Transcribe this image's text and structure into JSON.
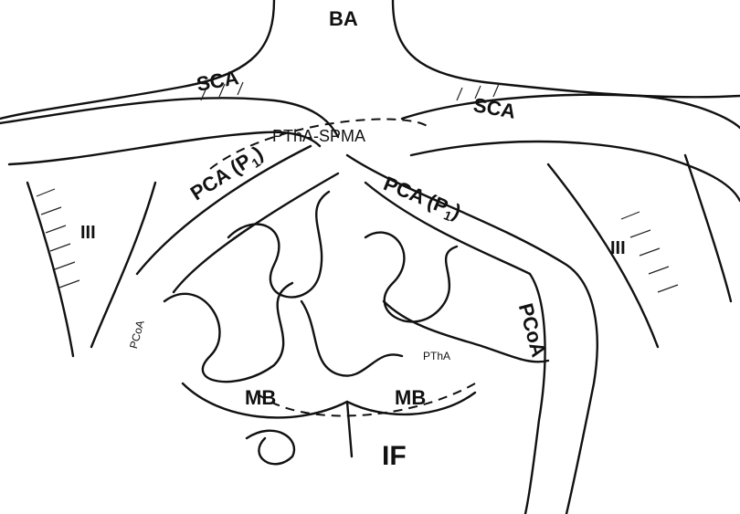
{
  "figure": {
    "labels": {
      "ba": "BA",
      "sca_left": "SCA",
      "sca_right": "SCA",
      "ptha_spma": "PThA-SPMA",
      "pca_left": "PCA (P",
      "pca_left_sub": "1",
      "pca_left_close": ")",
      "pca_right": "PCA (P",
      "pca_right_sub": "1",
      "pca_right_close": ")",
      "cn3_left": "III",
      "cn3_right": "III",
      "pcoa_left": "PCoA",
      "pcoa_right": "PCoA",
      "ptha_small": "PThA",
      "mb_left": "MB",
      "mb_right": "MB",
      "if": "IF"
    }
  }
}
